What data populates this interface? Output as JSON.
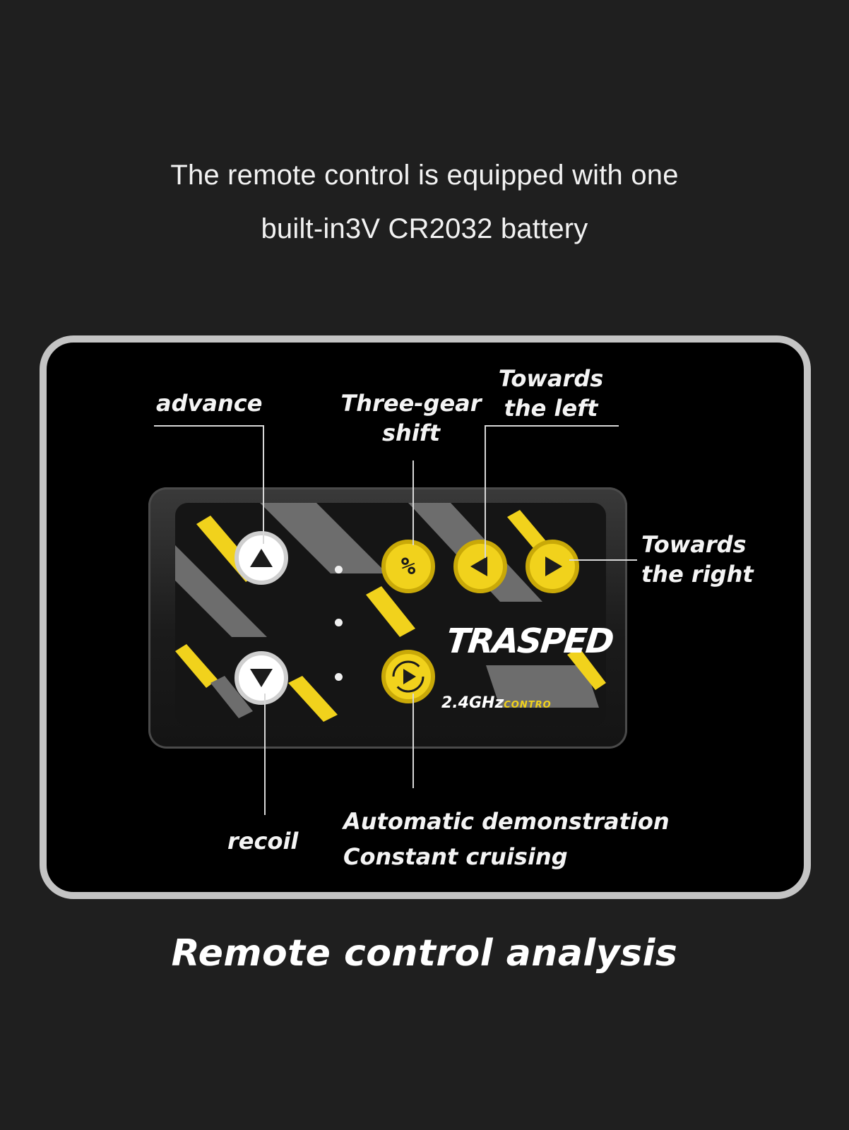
{
  "heading": {
    "line1": "The remote control is equipped with one",
    "line2": "built-in3V CR2032 battery"
  },
  "labels": {
    "advance": "advance",
    "three_gear_line1": "Three-gear",
    "three_gear_line2": "shift",
    "left_line1": "Towards",
    "left_line2": "the left",
    "right_line1": "Towards",
    "right_line2": "the right",
    "recoil": "recoil",
    "auto_line1": "Automatic demonstration",
    "auto_line2": "Constant cruising"
  },
  "device": {
    "brand": "TRASPED",
    "freq": "2.4GHz",
    "freq_sub": "CONTRO",
    "percent_symbol": "%"
  },
  "caption": "Remote control analysis",
  "colors": {
    "background": "#1f1f1f",
    "panel": "#000000",
    "panel_border": "#c4c4c4",
    "accent_yellow": "#f1d21c"
  },
  "icons": [
    "up-arrow-icon",
    "down-arrow-icon",
    "percent-icon",
    "left-arrow-icon",
    "right-arrow-icon",
    "play-cycle-icon"
  ]
}
